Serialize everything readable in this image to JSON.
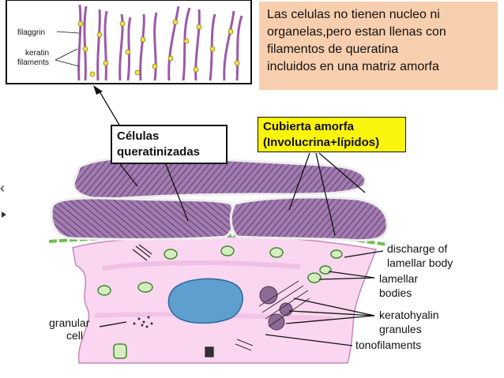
{
  "inset": {
    "filaggrin_label": "filaggrin",
    "keratin_label_1": "keratin",
    "keratin_label_2": "filaments"
  },
  "note": {
    "lines": [
      "Las celulas no tienen nucleo ni",
      "organelas,pero estan llenas con",
      "filamentos de queratina",
      "incluidos en una matriz amorfa"
    ]
  },
  "keratinized_box": {
    "line1": "Células",
    "line2": "queratinizadas"
  },
  "amorphous_box": {
    "line1": "Cubierta amorfa",
    "line2": "(Involucrina+lípidos)"
  },
  "labels": {
    "discharge_1": "discharge of",
    "discharge_2": "lamellar body",
    "lamellar_1": "lamellar",
    "lamellar_2": "bodies",
    "kerato_1": "keratohyalin",
    "kerato_2": "granules",
    "tonofilaments": "tonofilaments",
    "granular_1": "granular",
    "granular_2": "cell"
  },
  "colors": {
    "note_bg": "#f8cfae",
    "amorph_bg": "#fbf40d",
    "cell_fill": "#fad6f0",
    "keratin_fill": "#9a6aa6",
    "envelope_green": "#6dbd4e",
    "nucleus": "#5e9fd0",
    "granule": "#8e6a96"
  }
}
